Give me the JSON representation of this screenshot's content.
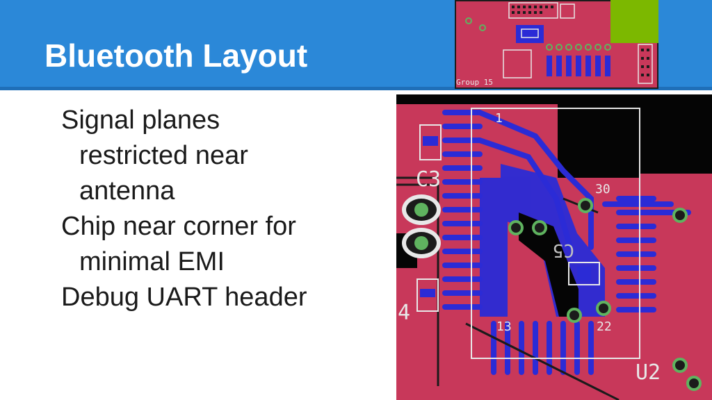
{
  "slide": {
    "title": "Bluetooth Layout",
    "bullets": [
      {
        "lines": [
          "Signal planes",
          "restricted near",
          "antenna"
        ]
      },
      {
        "lines": [
          "Chip near corner for",
          "minimal EMI"
        ]
      },
      {
        "lines": [
          "Debug UART header"
        ]
      }
    ]
  },
  "thumbnail": {
    "label": "Group 15"
  },
  "pcb_view": {
    "pin_first": "1",
    "pin_thirtieth": "30",
    "pin_thirteenth": "13",
    "pin_twenty_second": "22",
    "cap_c3": "C3",
    "cap_c5": "C5",
    "cap_c4_partial": "4",
    "chip_label": "U2"
  },
  "colors": {
    "header_bg": "#2b88d8",
    "board_red": "#c8385a",
    "trace_blue": "#2b2bd6",
    "silkscreen": "#e8e8e8",
    "via_green": "#5fb35f",
    "thumb_green": "#7cb800"
  }
}
